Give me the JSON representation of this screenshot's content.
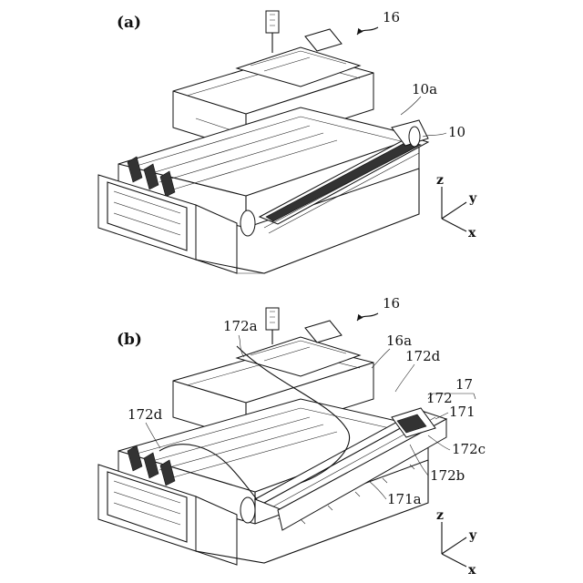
{
  "figure_a": {
    "panel_label": "(a)",
    "labels": {
      "unit_16": "16",
      "part_10a": "10a",
      "part_10": "10"
    },
    "axes": {
      "z": "z",
      "y": "y",
      "x": "x"
    }
  },
  "figure_b": {
    "panel_label": "(b)",
    "labels": {
      "unit_16": "16",
      "part_16a": "16a",
      "part_172a": "172a",
      "part_172d_top": "172d",
      "part_172d_left": "172d",
      "part_17": "17",
      "part_172": "172",
      "part_171": "171",
      "part_172c": "172c",
      "part_172b": "172b",
      "part_171a": "171a"
    },
    "axes": {
      "z": "z",
      "y": "y",
      "x": "x"
    }
  }
}
